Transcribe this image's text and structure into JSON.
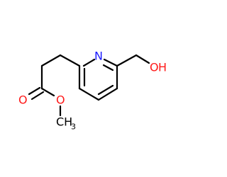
{
  "molecule": {
    "atoms": {
      "nitrogen": "N",
      "hydroxyl_oxygen": "O",
      "hydroxyl_hydrogen": "H",
      "carbonyl_oxygen": "O",
      "ester_oxygen": "O",
      "methyl_carbon": "CH",
      "methyl_subscript": "3"
    },
    "colors": {
      "carbon_bond": "#000000",
      "nitrogen": "#1a1aff",
      "oxygen": "#ff1a1a"
    }
  }
}
